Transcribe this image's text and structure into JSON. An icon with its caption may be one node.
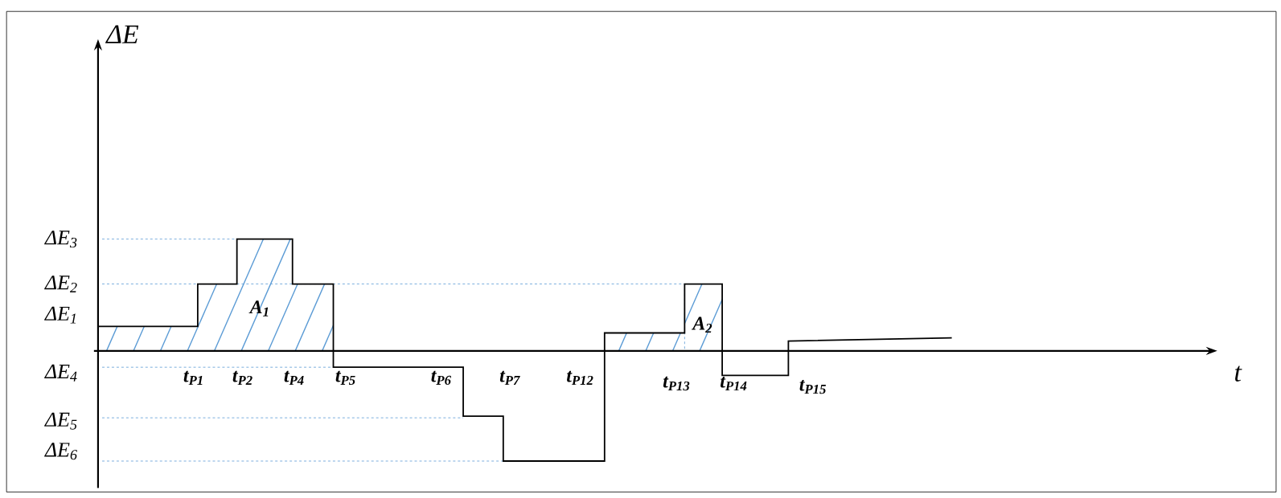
{
  "diagram": {
    "labels": [
      "ΔE",
      "ΔE$_{3}$",
      "ΔE$_{2}$",
      "ΔE$_{1}$",
      "A$_{1}$",
      "A$_{2}$",
      "ΔE$_{4}$",
      "t$_{P1}$",
      "t$_{P2}$",
      "t$_{P4}$",
      "t$_{P5}$",
      "t$_{P6}$",
      "t$_{P7}$",
      "t$_{P12}$",
      "t$_{P13}$",
      "t$_{P14}$",
      "t$_{P15}$",
      "t",
      "ΔE$_{5}$",
      "ΔE$_{6}$"
    ]
  }
}
